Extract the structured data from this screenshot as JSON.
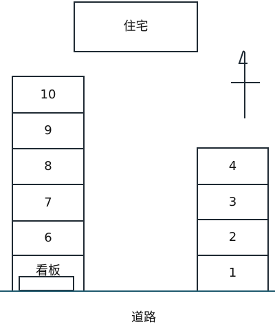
{
  "house": {
    "label": "住宅"
  },
  "left_column": {
    "spaces": [
      {
        "label": "10"
      },
      {
        "label": "9"
      },
      {
        "label": "8"
      },
      {
        "label": "7"
      },
      {
        "label": "6"
      }
    ],
    "signboard": {
      "label": "看板"
    }
  },
  "right_column": {
    "spaces": [
      {
        "label": "4"
      },
      {
        "label": "3"
      },
      {
        "label": "2"
      },
      {
        "label": "1"
      }
    ]
  },
  "road": {
    "label": "道路"
  },
  "north_arrow": {
    "icon": "north-arrow-icon"
  },
  "colors": {
    "outline": "#1f2a33",
    "road_line": "#1f5a6e",
    "background": "#ffffff"
  }
}
